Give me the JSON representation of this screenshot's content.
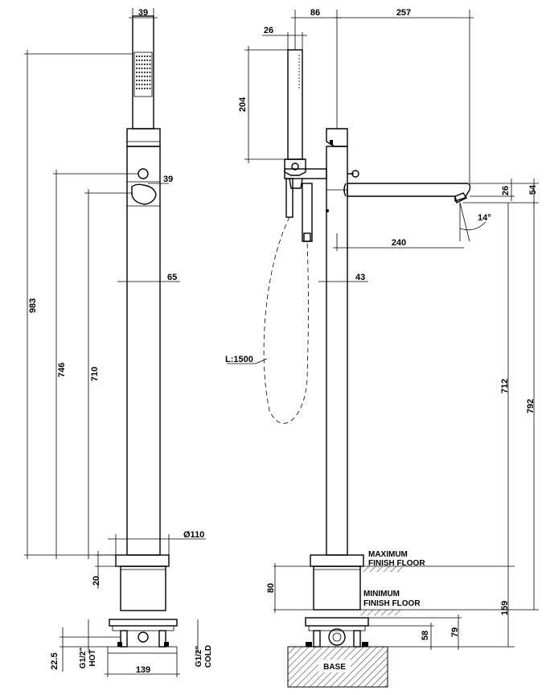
{
  "dimensions": {
    "side": {
      "handshower_width": "39",
      "total_height": "983",
      "knob_height": "746",
      "lever_height": "710",
      "knob_width": "39",
      "column_width": "65",
      "flange_diameter": "Ø110",
      "flange_gap": "20",
      "pipe_offset": "22.5",
      "base_width": "139"
    },
    "front": {
      "spout_offset": "86",
      "spout_reach_total": "257",
      "handshower_width": "26",
      "handshower_length": "204",
      "spout_thickness": "26",
      "spout_drop": "54",
      "spout_angle": "14°",
      "spout_reach": "240",
      "column_width": "43",
      "hose_length": "L:1500",
      "spout_to_max_floor": "712",
      "spout_to_base": "792",
      "floor_range": "80",
      "min_floor_to_bottom": "159",
      "base_height_a": "79",
      "base_height_b": "58"
    }
  },
  "connections": {
    "hot": "G1/2\"",
    "hot_label": "HOT",
    "cold": "G1/2\"",
    "cold_label": "COLD"
  },
  "labels": {
    "max_floor_line1": "MAXIMUM",
    "max_floor_line2": "FINISH  FLOOR",
    "min_floor_line1": "MINIMUM",
    "min_floor_line2": "FINISH  FLOOR",
    "base": "BASE"
  }
}
